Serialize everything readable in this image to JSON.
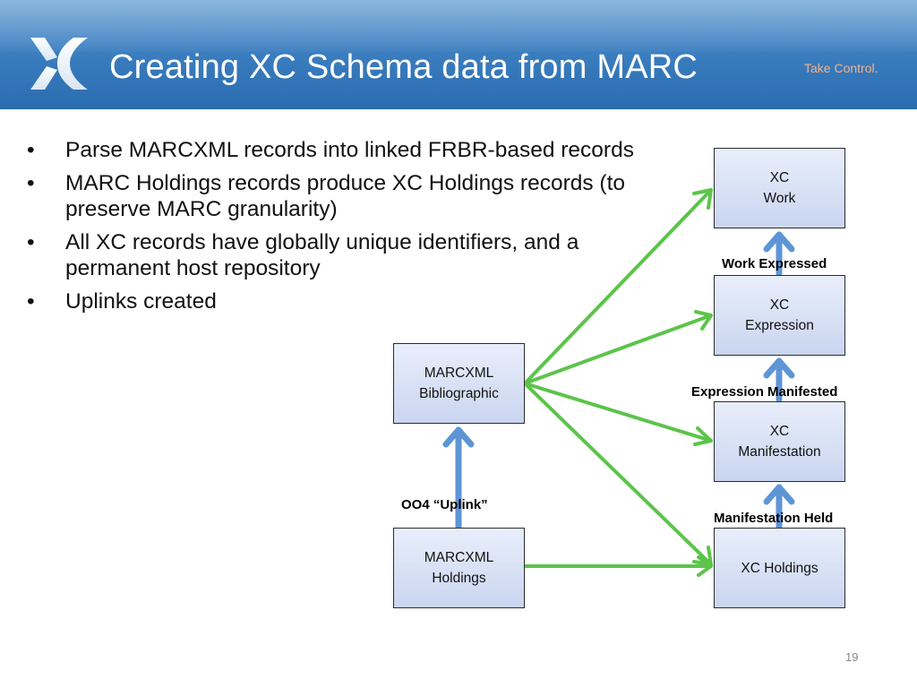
{
  "slide": {
    "title": "Creating XC Schema data from MARC",
    "tagline": "Take Control.",
    "page_number": "19"
  },
  "bullets": [
    "Parse MARCXML records into linked FRBR-based records",
    "MARC Holdings records produce XC Holdings records (to preserve MARC granularity)",
    "All XC records have globally unique identifiers, and a permanent host repository",
    "Uplinks created"
  ],
  "boxes": {
    "xc_work": [
      "XC",
      "Work"
    ],
    "xc_expression": [
      "XC",
      "Expression"
    ],
    "xc_manifestation": [
      "XC",
      "Manifestation"
    ],
    "xc_holdings": [
      "XC Holdings"
    ],
    "marcxml_bib": [
      "MARCXML",
      "Bibliographic"
    ],
    "marcxml_holdings": [
      "MARCXML",
      "Holdings"
    ]
  },
  "relations": {
    "work_expressed": "Work Expressed",
    "expression_manifested": "Expression Manifested",
    "manifestation_held": "Manifestation Held",
    "uplink": "OO4 “Uplink”"
  },
  "colors": {
    "header_blue": "#3c7fc0",
    "tagline_orange": "#f4b183",
    "green_arrow": "#5cc44a",
    "blue_arrow": "#5e95d6",
    "box_fill_top": "#e9eefb",
    "box_fill_bottom": "#c9d5f0"
  },
  "icons": {
    "logo": "xc-logo-icon",
    "bullet": "bullet-dot-icon"
  }
}
